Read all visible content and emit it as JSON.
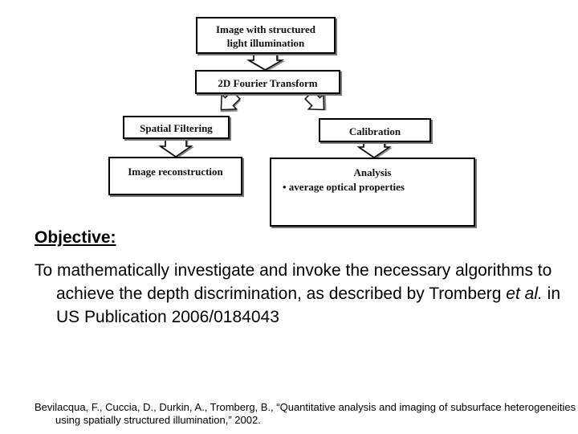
{
  "diagram": {
    "box_input": {
      "line1": "Image with structured",
      "line2": "light illumination"
    },
    "box_fft": {
      "label": "2D Fourier Transform"
    },
    "box_filter": {
      "label": "Spatial Filtering"
    },
    "box_calibration": {
      "label": "Calibration"
    },
    "box_reconstruction": {
      "label": "Image reconstruction"
    },
    "box_analysis": {
      "title": "Analysis",
      "bullet": "• average optical properties"
    }
  },
  "objective": {
    "heading": "Objective:",
    "text_before": "To mathematically investigate and invoke the necessary algorithms to achieve the depth discrimination, as described by Tromberg ",
    "text_italic": "et al.",
    "text_after": " in US Publication 2006/0184043"
  },
  "citation": {
    "text": "Bevilacqua, F., Cuccia, D., Durkin, A., Tromberg, B., “Quantitative analysis and imaging of subsurface heterogeneities using spatially structured illumination,” 2002."
  }
}
